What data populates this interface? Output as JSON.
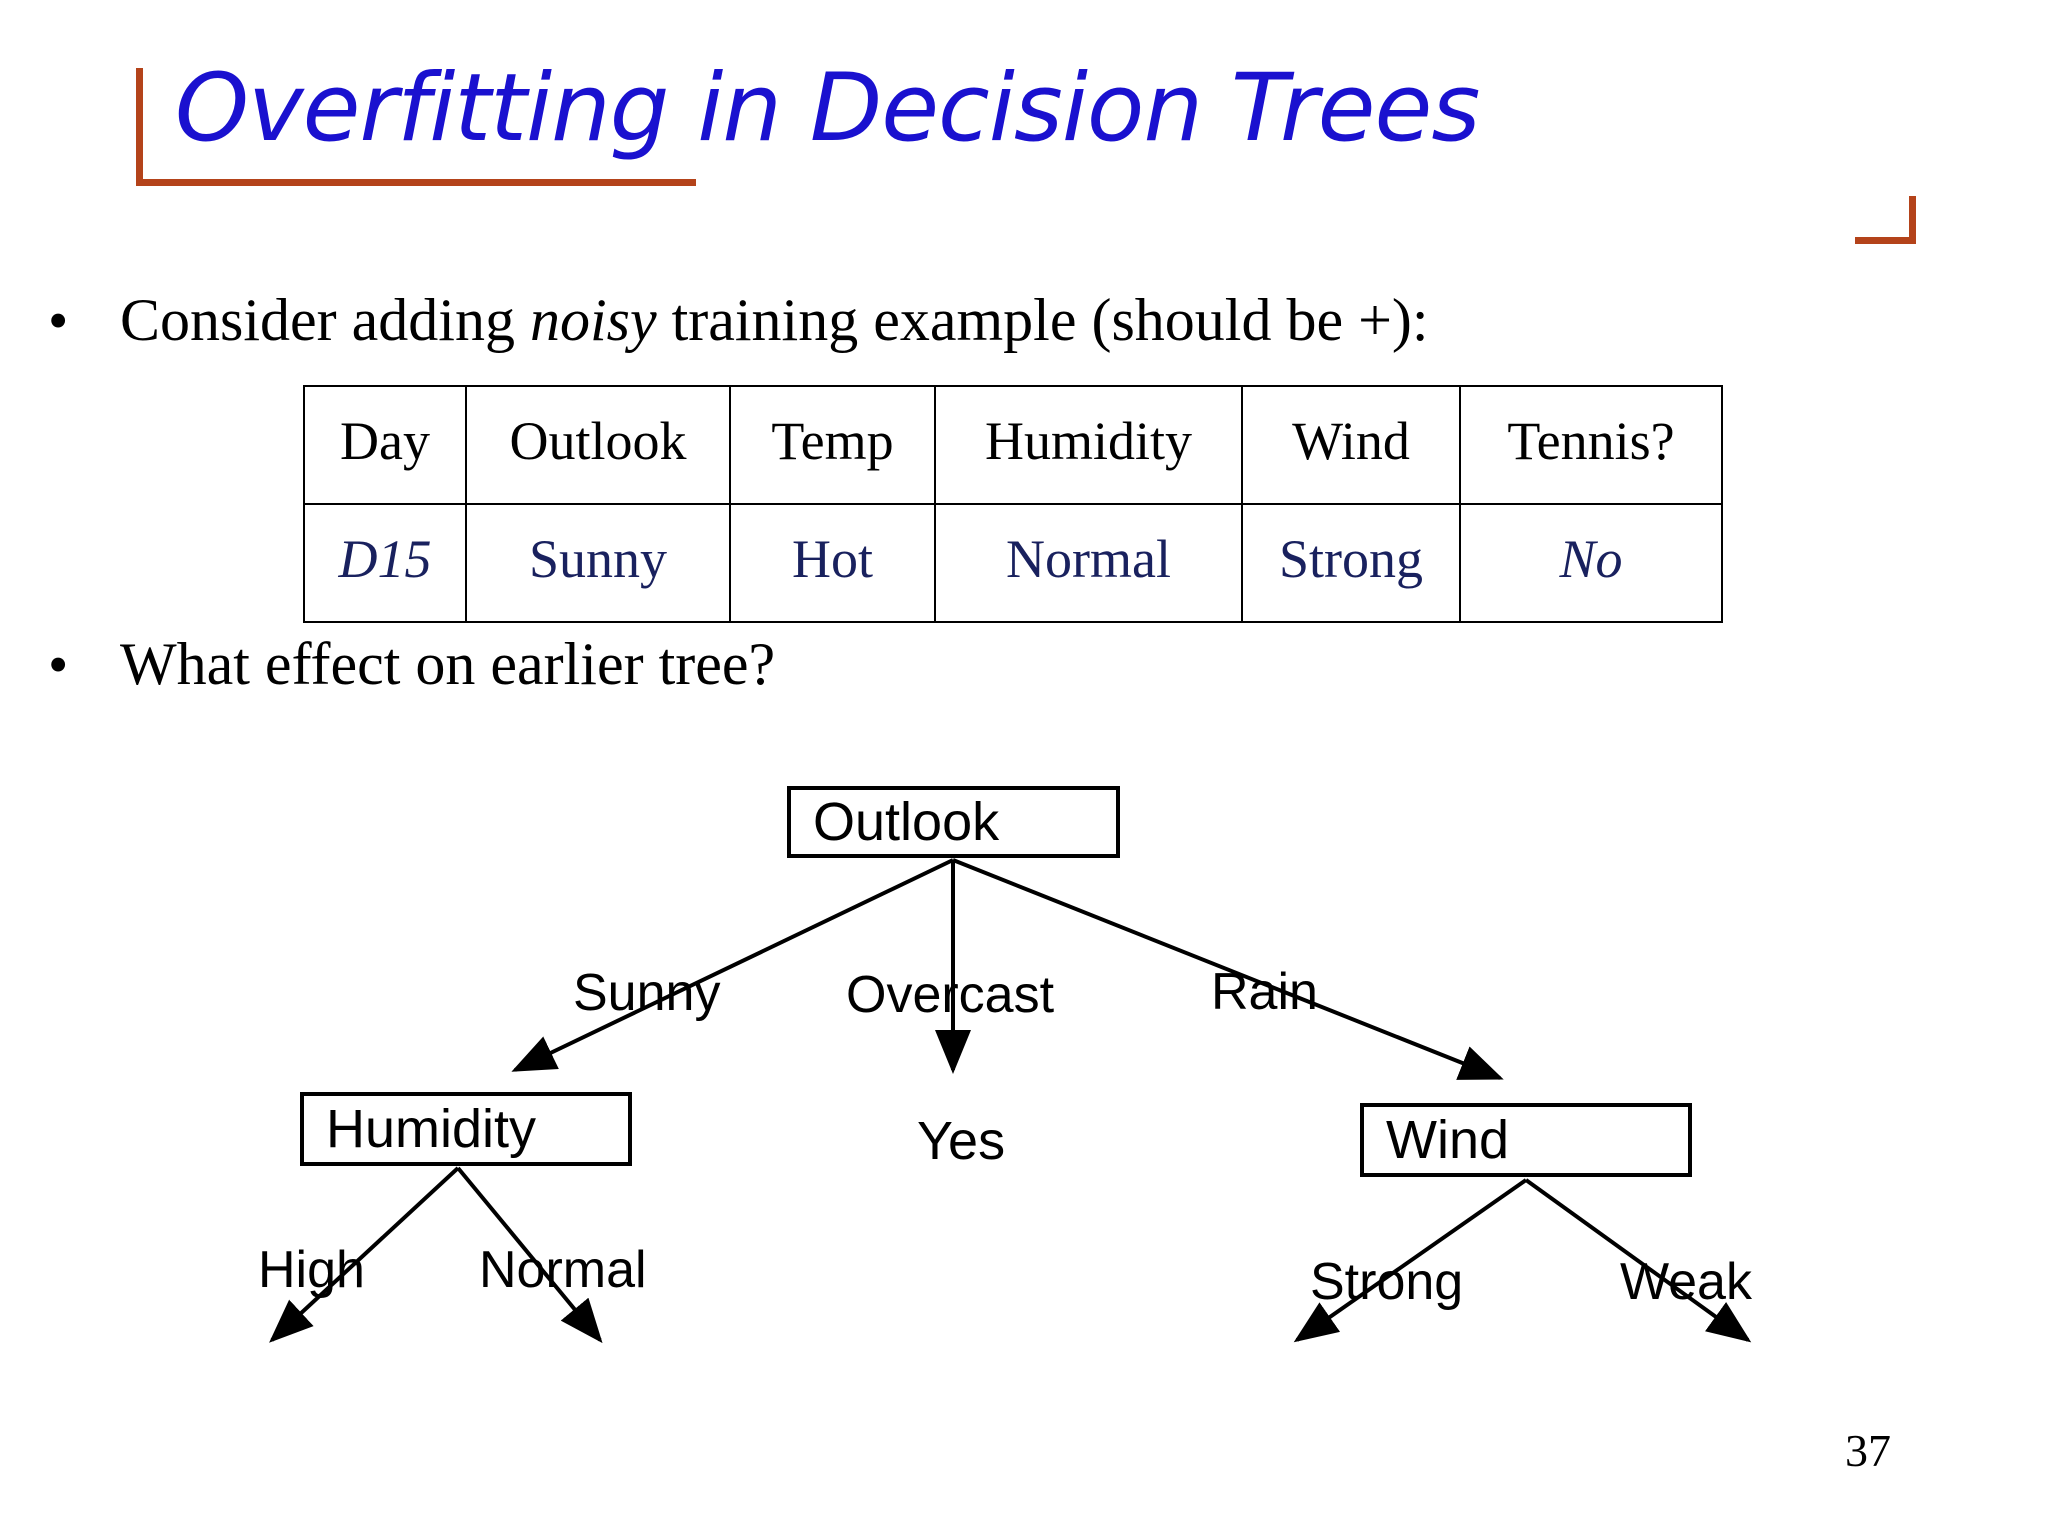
{
  "slide": {
    "title": "Overfitting in Decision Trees",
    "title_color": "#1a11cf",
    "accent_color": "#b4431a",
    "page_number": "37"
  },
  "bullets": [
    {
      "marker": "•",
      "text_before": "Consider adding ",
      "emphasis": "noisy",
      "text_after": " training example (should be +):"
    },
    {
      "marker": "•",
      "text": "What effect on earlier tree?"
    }
  ],
  "example_table": {
    "headers": [
      "Day",
      "Outlook",
      "Temp",
      "Humidity",
      "Wind",
      "Tennis?"
    ],
    "header_color": "#000000",
    "row_color": "#19215e",
    "rows": [
      {
        "cells": [
          "D15",
          "Sunny",
          "Hot",
          "Normal",
          "Strong",
          "No"
        ],
        "italic_cells": [
          0,
          5
        ]
      }
    ]
  },
  "decision_tree": {
    "root": {
      "label": "Outlook"
    },
    "edges_from_root": [
      {
        "label": "Sunny"
      },
      {
        "label": "Overcast"
      },
      {
        "label": "Rain"
      }
    ],
    "children": [
      {
        "label": "Humidity",
        "type": "node"
      },
      {
        "label": "Yes",
        "type": "leaf"
      },
      {
        "label": "Wind",
        "type": "node"
      }
    ],
    "humidity_edges": [
      {
        "label": "High"
      },
      {
        "label": "Normal"
      }
    ],
    "wind_edges": [
      {
        "label": "Strong"
      },
      {
        "label": "Weak"
      }
    ]
  }
}
